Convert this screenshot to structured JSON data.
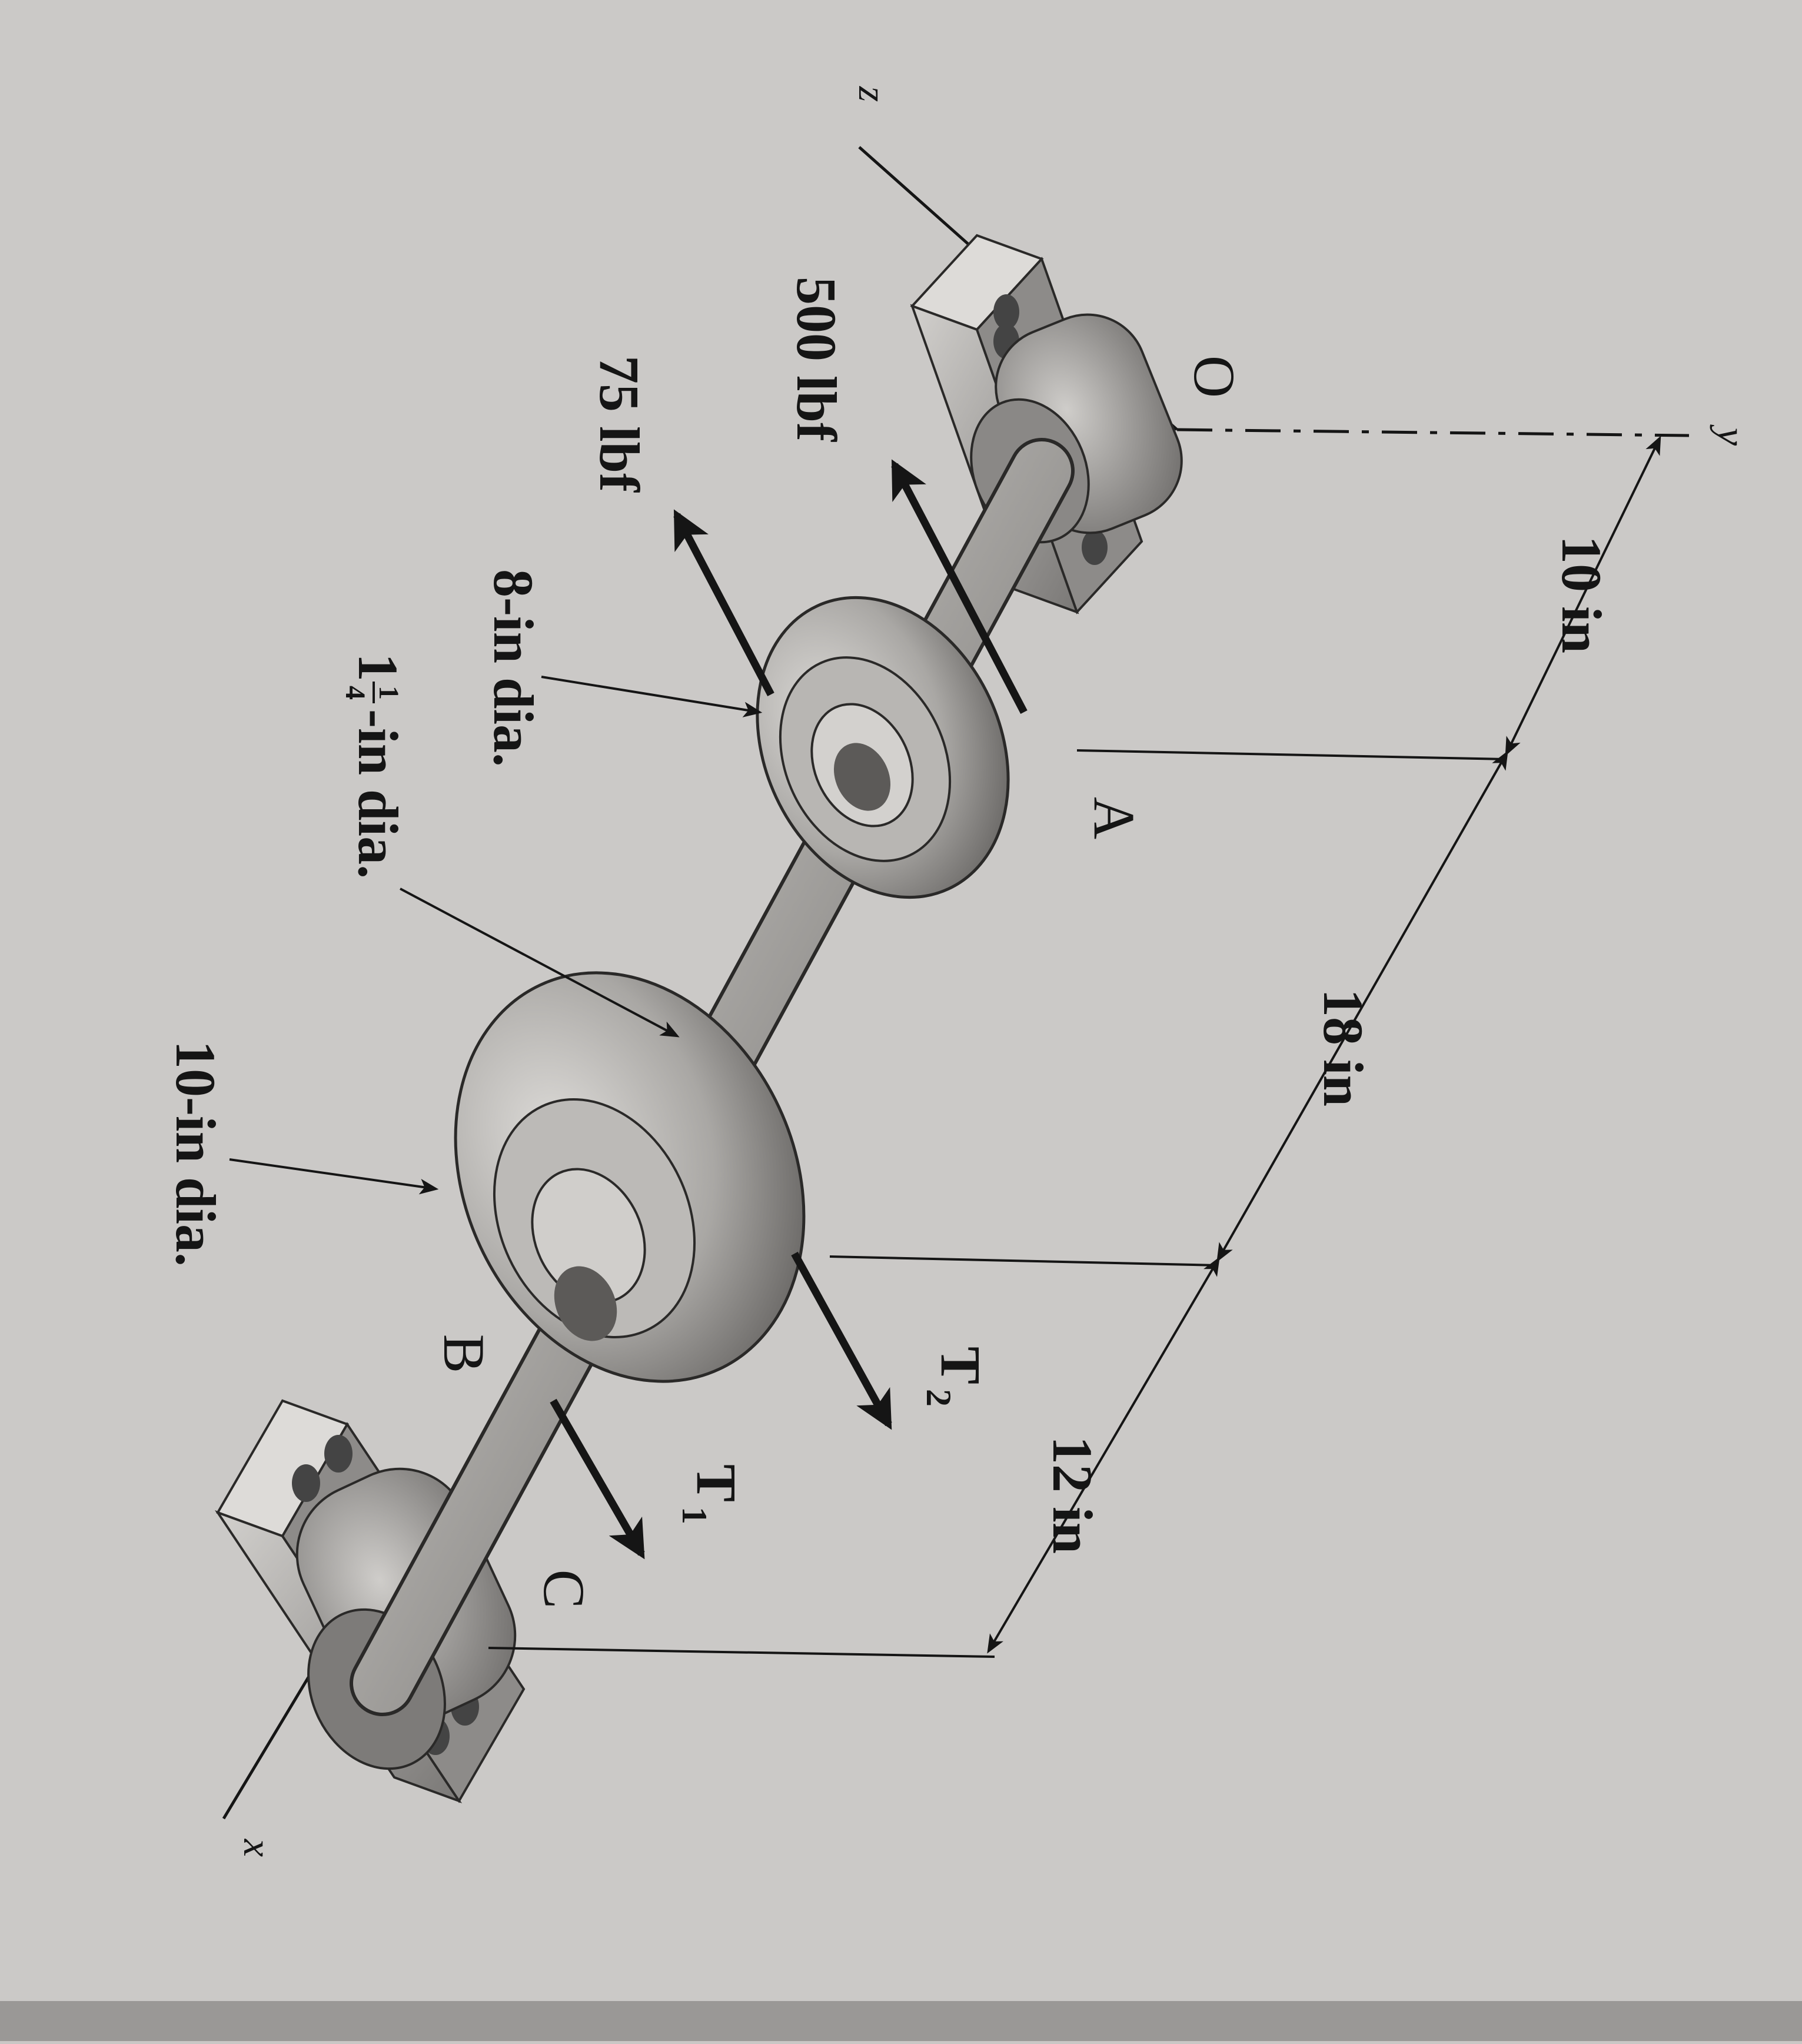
{
  "figure": {
    "axes": {
      "x": "x",
      "y": "y",
      "z": "z"
    },
    "points": {
      "O": "O",
      "A": "A",
      "B": "B",
      "C": "C"
    },
    "dimensions": {
      "d1": "10 in",
      "d2": "18 in",
      "d3": "12 in"
    },
    "forces": {
      "f1": "500 lbf",
      "f2": "75 lbf",
      "t2_letter": "T",
      "t2_sub": "2",
      "t1_letter": "T",
      "t1_sub": "1"
    },
    "callouts": {
      "pulley_a": "8-in dia.",
      "shaft_whole": "1",
      "shaft_frac_num": "1",
      "shaft_frac_den": "4",
      "shaft_rest": "-in dia.",
      "pulley_b": "10-in dia."
    }
  },
  "colors": {
    "paper": "#c9c7c5",
    "ink": "#151515",
    "metal_light": "#d6d4d1",
    "metal_mid": "#9d9b98",
    "metal_dark": "#5e5c5a"
  }
}
